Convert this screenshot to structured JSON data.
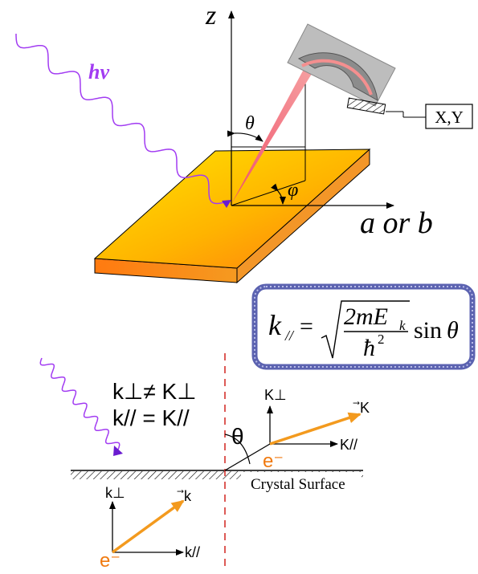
{
  "top": {
    "photon": "hν",
    "z_axis": "z",
    "theta": "θ",
    "phi": "φ",
    "in_plane_axis": "a or b",
    "detector_output": "X,Y"
  },
  "formula": {
    "lhs": "k",
    "lhs_sub": "//",
    "equals": "=",
    "numerator": "2mE",
    "numerator_sub": "k",
    "denominator": "ħ",
    "denominator_sup": "2",
    "trig": "sin",
    "trig_arg": "θ"
  },
  "bottom": {
    "relation_perp": "k⊥≠ K⊥",
    "relation_par": "k// = K//",
    "theta": "θ",
    "outside_perp": "K⊥",
    "outside_par": "K//",
    "outside_vec": "⃗K",
    "outside_electron": "e⁻",
    "surface_label": "Crystal Surface",
    "inside_perp": "k⊥",
    "inside_par": "k//",
    "inside_vec": "⃗k",
    "inside_electron": "e⁻"
  },
  "colors": {
    "photon": "#a23cf2",
    "beam": "#f26d6d",
    "arrow_orange": "#f39a1e",
    "electron": "#f07a10",
    "frame": "#5b62b0",
    "dashed": "#d2231f"
  }
}
